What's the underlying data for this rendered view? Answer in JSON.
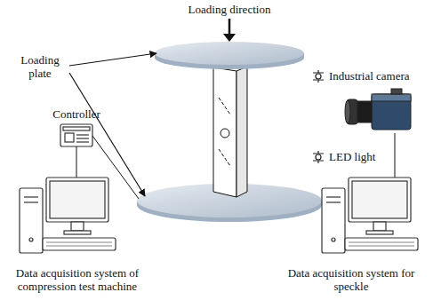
{
  "diagram": {
    "labels": [
      "Loading direction",
      "Loading plate",
      "Controller",
      "Industrial camera",
      "LED light",
      "Data acquisition system of compression test machine",
      "Data acquisition system for speckle"
    ]
  }
}
